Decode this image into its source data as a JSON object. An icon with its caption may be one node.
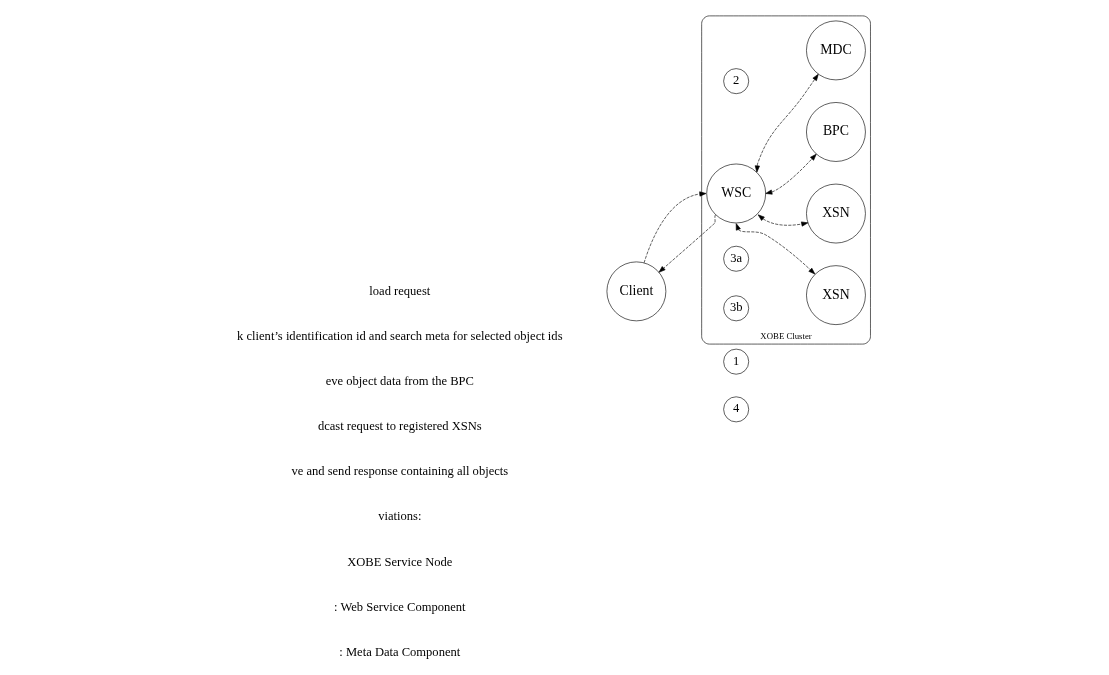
{
  "diagram": {
    "nodes": [
      {
        "text": [
          "XOBE Cluster"
        ]
      },
      {
        "text": [
          "2"
        ],
        "in": 0
      },
      {
        "text": [
          "MDC"
        ],
        "in": 0
      },
      {
        "text": [
          "WSC"
        ],
        "in": 0
      },
      {
        "text": [
          "1"
        ]
      },
      {
        "text": [
          "3a"
        ],
        "in": 0
      },
      {
        "text": [
          "BPC"
        ],
        "in": 0
      },
      {
        "text": [
          "Client"
        ]
      },
      {
        "text": [
          "3b"
        ],
        "in": 0
      },
      {
        "text": [
          "4"
        ]
      },
      {
        "text": [
          "XSN"
        ],
        "in": 0
      },
      {
        "text": [
          "XSN"
        ],
        "in": 0
      }
    ],
    "edges": [
      {
        "from": 7,
        "to": 3,
        "arrow": "to",
        "style": "dashed"
      },
      {
        "from": 3,
        "to": 7,
        "arrow": "to",
        "style": "dashed"
      },
      {
        "from": 3,
        "to": 2,
        "arrow": "both",
        "style": "dashed"
      },
      {
        "from": 3,
        "to": 6,
        "arrow": "both",
        "style": "dashed"
      },
      {
        "from": 3,
        "to": 10,
        "arrow": "both",
        "style": "dashed"
      },
      {
        "from": 3,
        "to": 11,
        "arrow": "both",
        "style": "dashed"
      }
    ],
    "labels": [
      "load request",
      "k client’s identification id and search meta for selected object ids",
      "eve object data from the BPC",
      "dcast request to registered XSNs",
      "ve and send response containing all objects",
      "viations:",
      "XOBE Service Node",
      ": Web Service Component",
      ": Meta Data Component"
    ]
  }
}
